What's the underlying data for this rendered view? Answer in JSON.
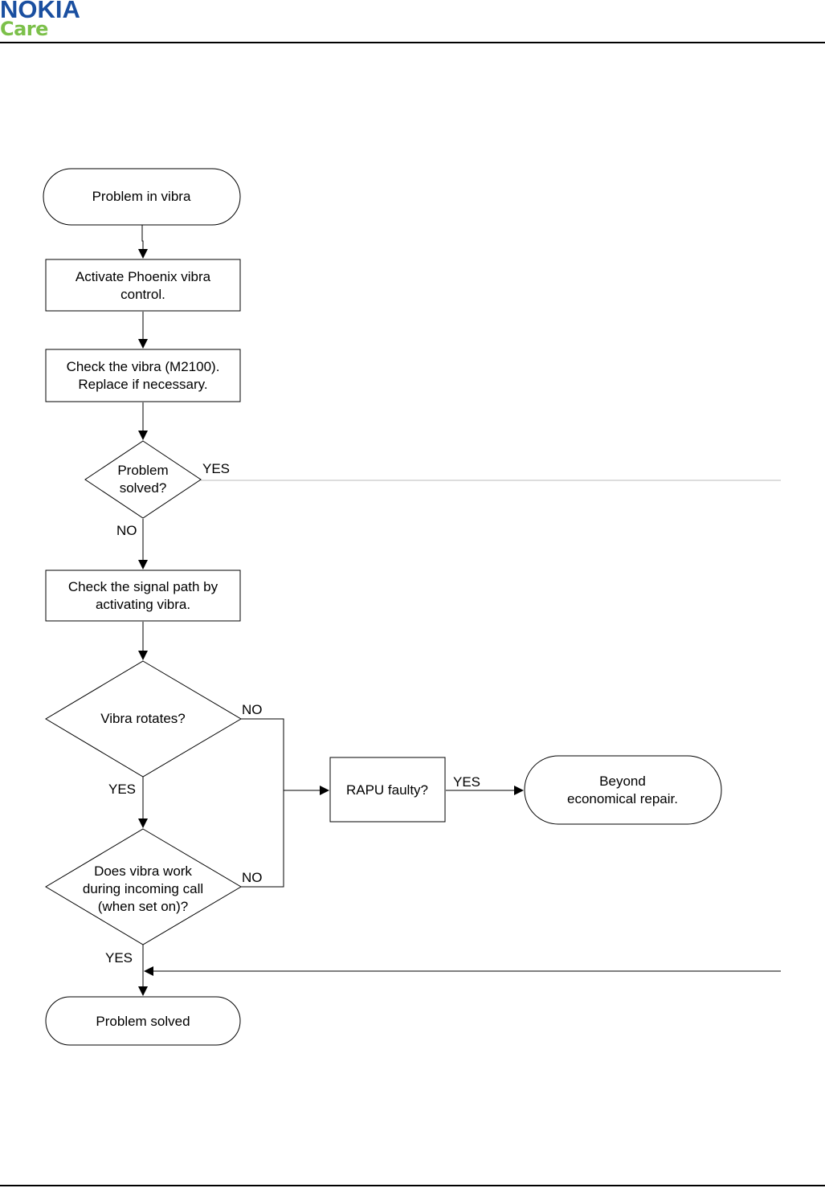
{
  "header": {
    "logo_primary": "NOKIA",
    "logo_secondary": "Care",
    "colors": {
      "nokia_blue": "#1a4fa0",
      "care_green": "#7cc04a"
    }
  },
  "flowchart": {
    "start": {
      "text": "Problem in vibra"
    },
    "step_activate": {
      "lines": [
        "Activate Phoenix vibra",
        "control."
      ]
    },
    "step_check_vibra": {
      "lines": [
        "Check the vibra (M2100).",
        "Replace if necessary."
      ]
    },
    "decision_solved": {
      "lines": [
        "Problem",
        "solved?"
      ],
      "yes": "YES",
      "no": "NO"
    },
    "step_signal_path": {
      "lines": [
        "Check the signal path by",
        "activating vibra."
      ]
    },
    "decision_rotates": {
      "text": "Vibra rotates?",
      "no": "NO",
      "yes": "YES"
    },
    "decision_incoming": {
      "lines": [
        "Does vibra work",
        "during incoming call",
        "(when set on)?"
      ],
      "no": "NO",
      "yes": "YES"
    },
    "decision_rapu": {
      "text": "RAPU faulty?",
      "yes": "YES"
    },
    "end_beyond": {
      "lines": [
        "Beyond",
        "economical repair."
      ]
    },
    "end_solved": {
      "text": "Problem solved"
    }
  }
}
